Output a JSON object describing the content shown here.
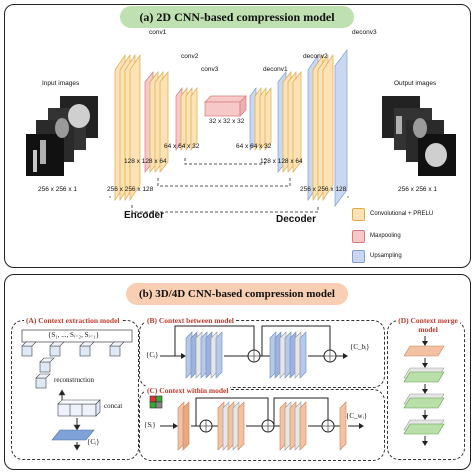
{
  "panel_a": {
    "title": "(a) 2D CNN-based compression model",
    "input_label": "Input images",
    "output_label": "Output images",
    "input_size": "256 x 256 x 1",
    "output_size": "256 x 256 x 1",
    "layers": {
      "conv1": "conv1",
      "conv2": "conv2",
      "conv3": "conv3",
      "deconv1": "deconv1",
      "deconv2": "deconv2",
      "deconv3": "deconv3"
    },
    "dims": {
      "d256": "256 x 256 x 128",
      "d128": "128 x 128 x 64",
      "d64": "64 x 64 x 32",
      "d32": "32 x 32 x 32",
      "d64r": "64 x 64 x 32",
      "d128r": "128 x 128 x 64",
      "d256r": "256 x 256 x 128"
    },
    "encoder": "Encoder",
    "decoder": "Decoder",
    "legend": [
      {
        "label": "Convolutional  + PRELU",
        "color": "#fbe3b5",
        "border": "#e0a94a"
      },
      {
        "label": "Maxpooling",
        "color": "#f6c9c9",
        "border": "#d97b7b"
      },
      {
        "label": "Upsampling",
        "color": "#c9d8f0",
        "border": "#7f9ed1"
      }
    ]
  },
  "panel_b": {
    "title": "(b) 3D/4D CNN-based compression model",
    "context_extraction": {
      "title": "(A) Context extraction model",
      "seq": "{S₁, ..., Sᵢ₋₂, Sᵢ₋₁}",
      "reconstruction": "reconstruction",
      "concat": "concat",
      "output": "{Cᵢ}"
    },
    "context_between": {
      "title": "(B) Context between model",
      "input": "{Cᵢ}",
      "output": "{C_bᵢ}"
    },
    "context_within": {
      "title": "(C) Context within model",
      "input": "{Sᵢ}",
      "output": "{C_wᵢ}"
    },
    "context_merge": {
      "title": "(D) Context merge model"
    }
  }
}
